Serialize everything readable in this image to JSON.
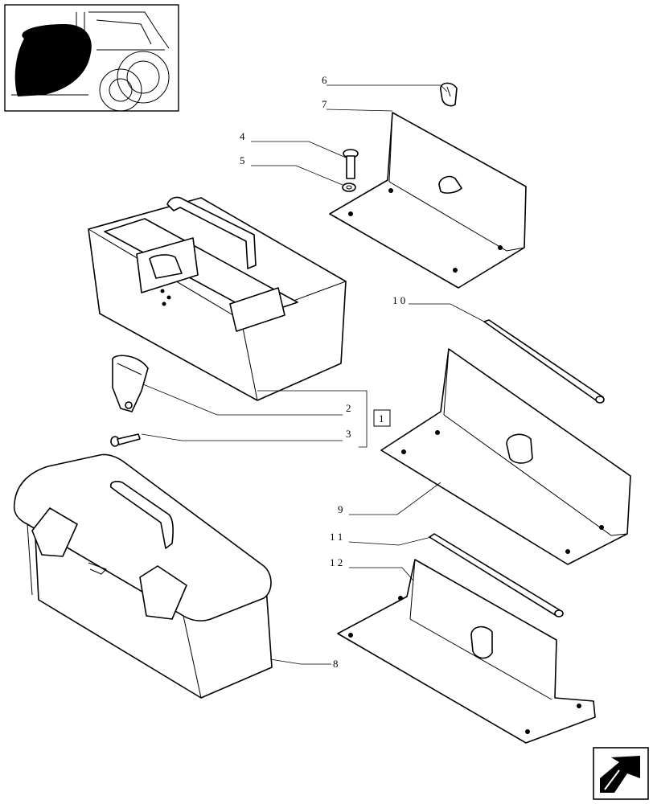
{
  "diagram": {
    "callouts": [
      {
        "id": "c1",
        "label": "1"
      },
      {
        "id": "c2",
        "label": "2"
      },
      {
        "id": "c3",
        "label": "3"
      },
      {
        "id": "c4",
        "label": "4"
      },
      {
        "id": "c5",
        "label": "5"
      },
      {
        "id": "c6",
        "label": "6"
      },
      {
        "id": "c7",
        "label": "7"
      },
      {
        "id": "c8",
        "label": "8"
      },
      {
        "id": "c9",
        "label": "9"
      },
      {
        "id": "c10",
        "label": "1 0"
      },
      {
        "id": "c11",
        "label": "1 1"
      },
      {
        "id": "c12",
        "label": "1 2"
      }
    ],
    "icons": {
      "thumbnail": "tractor-location-thumbnail",
      "navigation": "next-page-arrow-icon"
    }
  }
}
